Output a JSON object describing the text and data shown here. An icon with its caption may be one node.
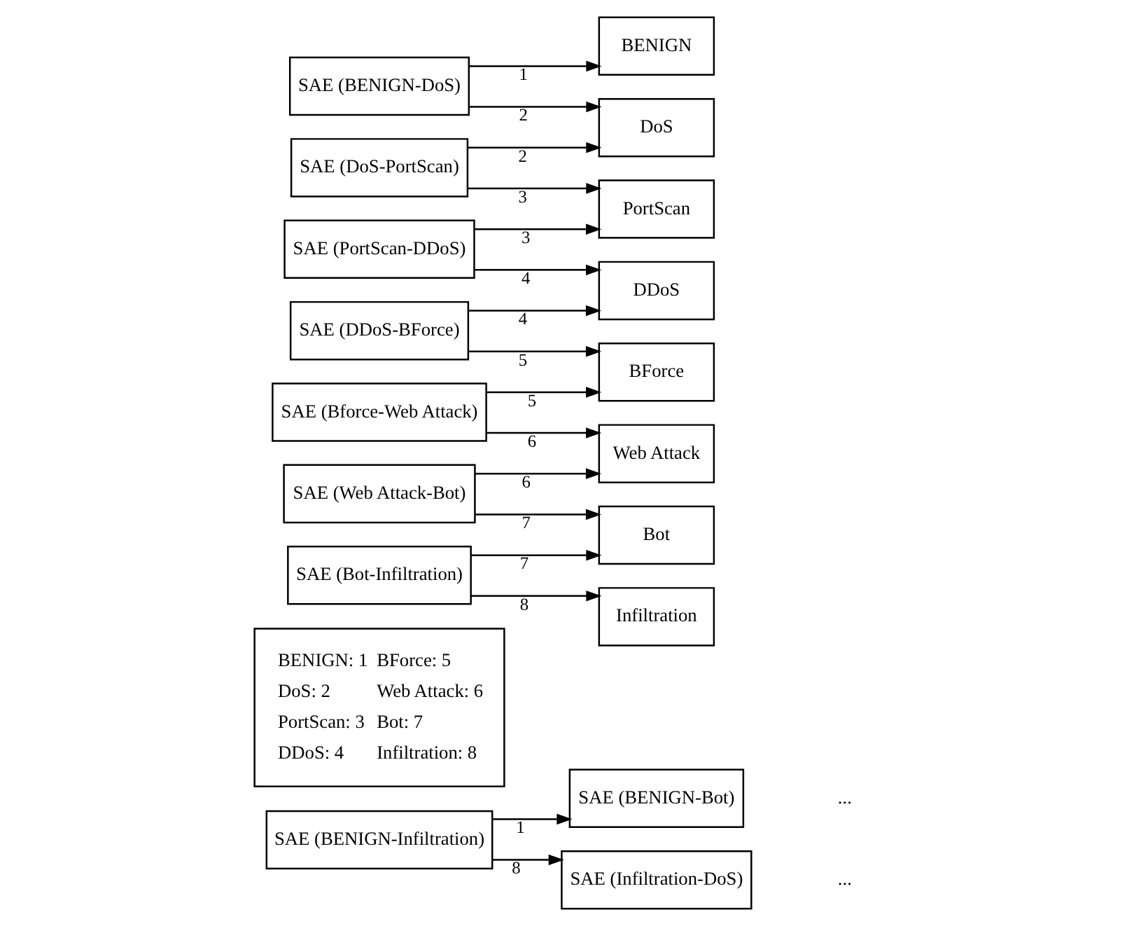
{
  "diagram": {
    "nodes": [
      {
        "text": [
          "BENIGN: 1",
          "BForce: 5",
          "DoS: 2",
          "Web Attack: 6",
          "PortScan: 3",
          "Bot: 7",
          "DDoS: 4",
          "Infiltration: 8"
        ]
      },
      {
        "text": [
          "SAE (BENIGN-Infiltration)"
        ]
      },
      {
        "text": [
          "SAE (BENIGN-Bot)"
        ]
      },
      {
        "text": [
          "SAE (Infiltration-DoS)"
        ]
      },
      {
        "text": [
          "SAE (BENIGN-DoS)"
        ]
      },
      {
        "text": [
          "SAE (DoS-PortScan)"
        ]
      },
      {
        "text": [
          "SAE (PortScan-DDoS)"
        ]
      },
      {
        "text": [
          "SAE (DDoS-BForce)"
        ]
      },
      {
        "text": [
          "SAE (Bforce-Web Attack)"
        ]
      },
      {
        "text": [
          "SAE (Web Attack-Bot)"
        ]
      },
      {
        "text": [
          "SAE (Bot-Infiltration)"
        ]
      },
      {
        "text": [
          "BENIGN"
        ]
      },
      {
        "text": [
          "DoS"
        ]
      },
      {
        "text": [
          "PortScan"
        ]
      },
      {
        "text": [
          "DDoS"
        ]
      },
      {
        "text": [
          "BForce"
        ]
      },
      {
        "text": [
          "Web Attack"
        ]
      },
      {
        "text": [
          "Bot"
        ]
      },
      {
        "text": [
          "Infiltration"
        ]
      }
    ],
    "edges": [
      {
        "from": 1,
        "to": 2,
        "arrow": "to",
        "label": "1"
      },
      {
        "from": 1,
        "to": 3,
        "arrow": "to",
        "label": "8"
      },
      {
        "from": 4,
        "to": 11,
        "arrow": "to",
        "label": "1"
      },
      {
        "from": 4,
        "to": 12,
        "arrow": "to",
        "label": "2"
      },
      {
        "from": 5,
        "to": 12,
        "arrow": "to",
        "label": "2"
      },
      {
        "from": 5,
        "to": 13,
        "arrow": "to",
        "label": "3"
      },
      {
        "from": 6,
        "to": 13,
        "arrow": "to",
        "label": "3"
      },
      {
        "from": 6,
        "to": 14,
        "arrow": "to",
        "label": "4"
      },
      {
        "from": 7,
        "to": 14,
        "arrow": "to",
        "label": "4"
      },
      {
        "from": 7,
        "to": 15,
        "arrow": "to",
        "label": "5"
      },
      {
        "from": 8,
        "to": 15,
        "arrow": "to",
        "label": "5"
      },
      {
        "from": 8,
        "to": 16,
        "arrow": "to",
        "label": "6"
      },
      {
        "from": 9,
        "to": 16,
        "arrow": "to",
        "label": "6"
      },
      {
        "from": 9,
        "to": 17,
        "arrow": "to",
        "label": "7"
      },
      {
        "from": 10,
        "to": 17,
        "arrow": "to",
        "label": "7"
      },
      {
        "from": 10,
        "to": 18,
        "arrow": "to",
        "label": "8"
      }
    ],
    "labels": [
      "...",
      "..."
    ]
  }
}
